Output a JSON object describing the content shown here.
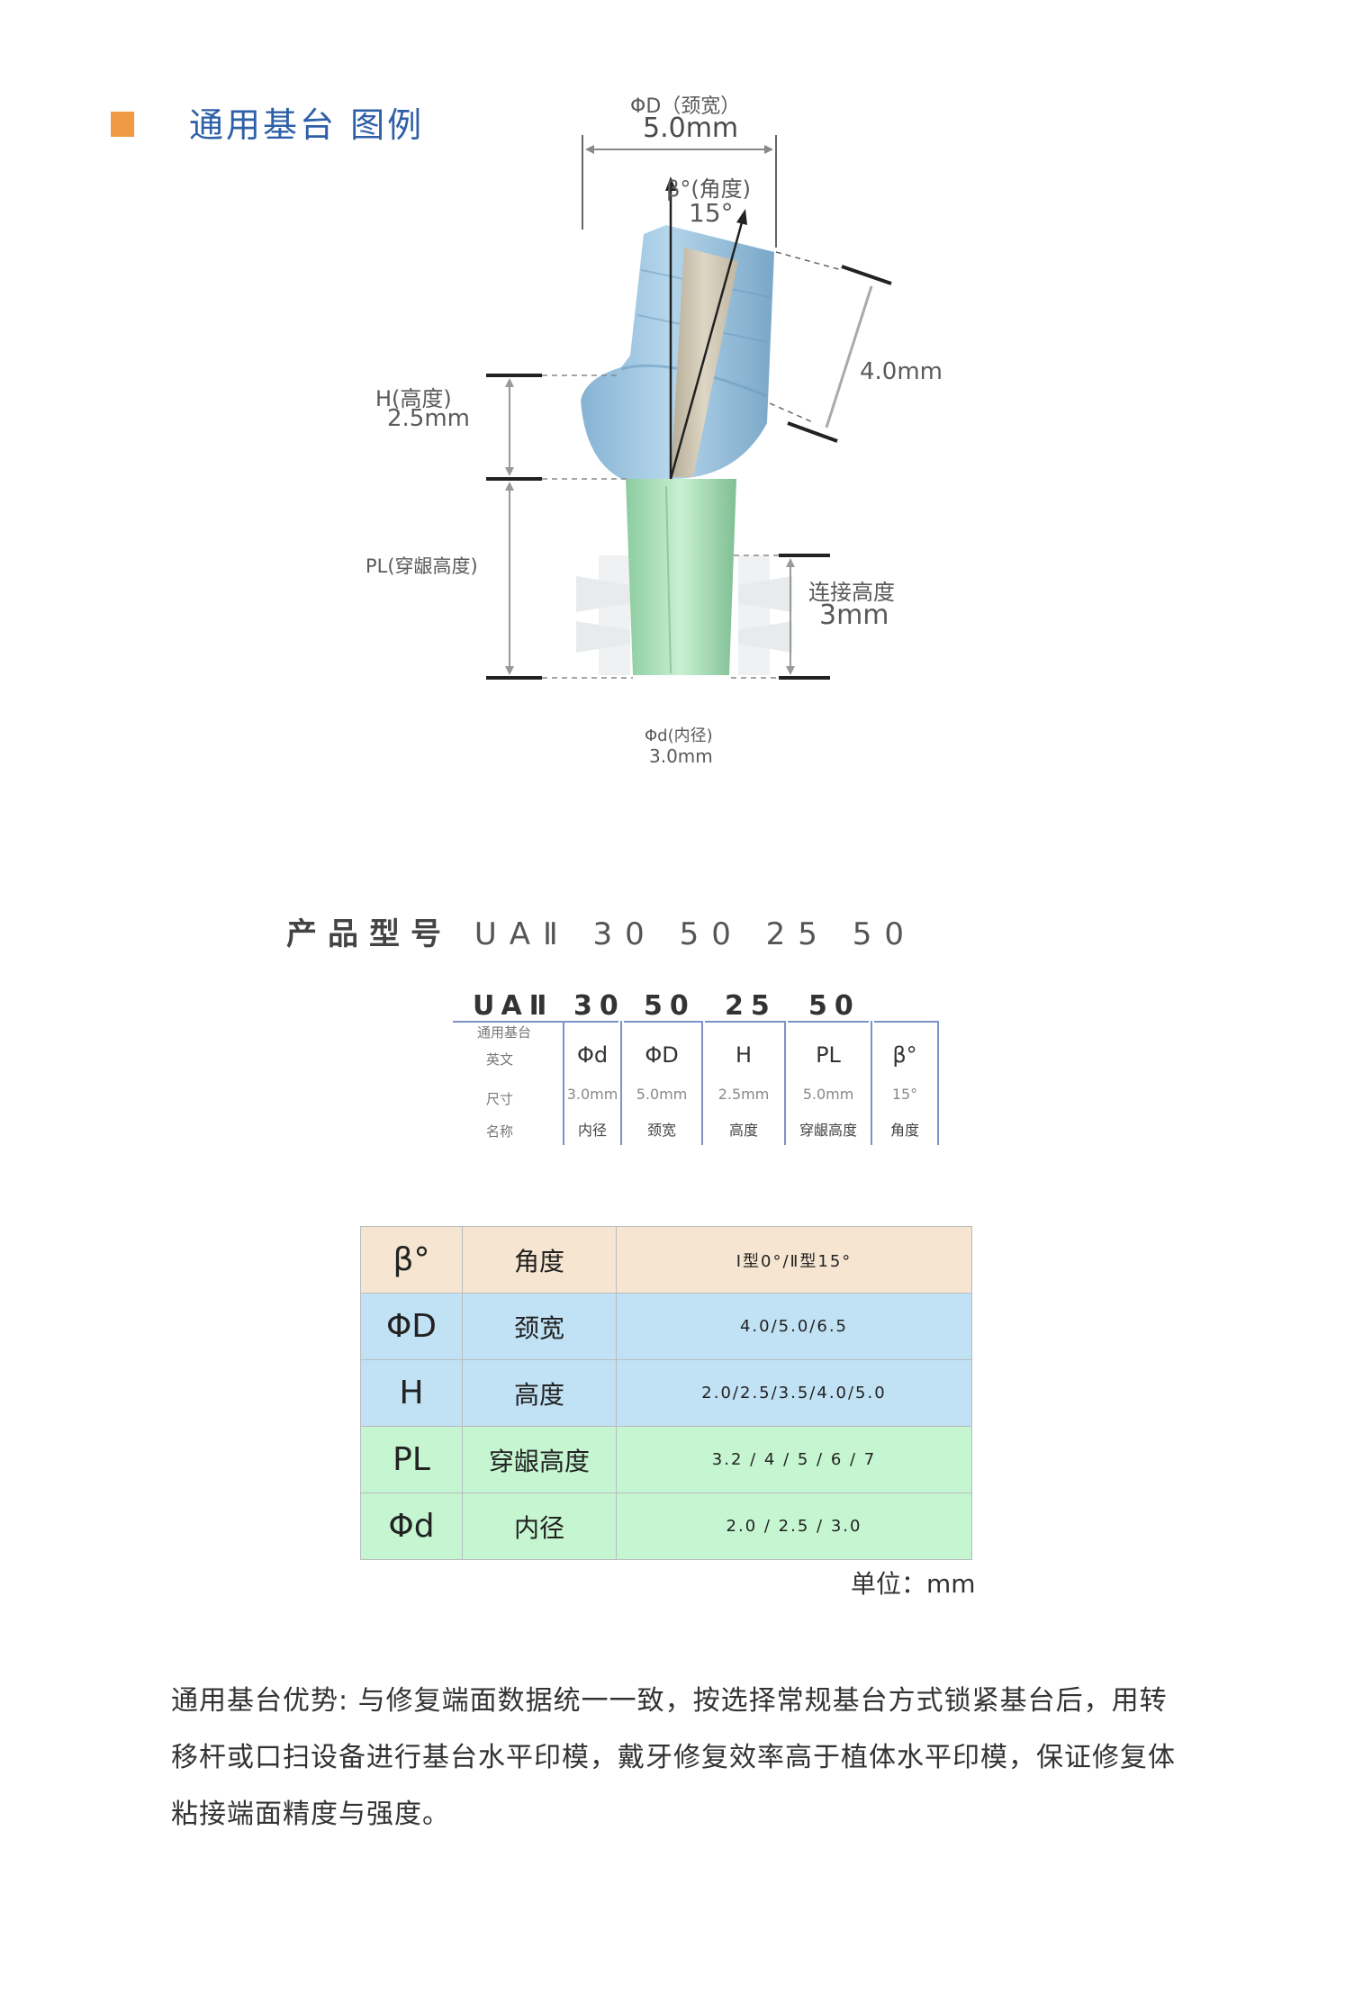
{
  "header": {
    "title": "通用基台 图例"
  },
  "diagram": {
    "neck_width": {
      "label": "ΦD（颈宽）",
      "value": "5.0mm"
    },
    "angle": {
      "label": "β°(角度)",
      "value": "15°"
    },
    "top_height": {
      "value": "4.0mm"
    },
    "height": {
      "label": "H(高度)",
      "value": "2.5mm"
    },
    "gingival_height": {
      "label": "PL(穿龈高度)"
    },
    "connection_height": {
      "label": "连接高度",
      "value": "3mm"
    },
    "inner_diameter": {
      "label": "Φd(内径)",
      "value": "3.0mm"
    }
  },
  "model": {
    "label": "产品型号",
    "code": "UAⅡ 30 50 25 50"
  },
  "breakdown": {
    "codes": [
      "UAⅡ",
      "30",
      "50",
      "25",
      "50"
    ],
    "row_labels": [
      "通用基台",
      "英文",
      "尺寸",
      "名称"
    ],
    "columns": [
      {
        "en": "Φd",
        "size": "3.0mm",
        "name": "内径"
      },
      {
        "en": "ΦD",
        "size": "5.0mm",
        "name": "颈宽"
      },
      {
        "en": "H",
        "size": "2.5mm",
        "name": "高度"
      },
      {
        "en": "PL",
        "size": "5.0mm",
        "name": "穿龈高度"
      },
      {
        "en": "β°",
        "size": "15°",
        "name": "角度"
      }
    ]
  },
  "spec_table": {
    "rows": [
      {
        "symbol": "β°",
        "name": "角度",
        "value": "Ⅰ型0°/Ⅱ型15°",
        "color": "#f6e5d0"
      },
      {
        "symbol": "ΦD",
        "name": "颈宽",
        "value": "4.0/5.0/6.5",
        "color": "#c1e1f4"
      },
      {
        "symbol": "H",
        "name": "高度",
        "value": "2.0/2.5/3.5/4.0/5.0",
        "color": "#c1e1f4"
      },
      {
        "symbol": "PL",
        "name": "穿龈高度",
        "value": "3.2 / 4 / 5 / 6 / 7",
        "color": "#c6f5d2"
      },
      {
        "symbol": "Φd",
        "name": "内径",
        "value": "2.0 / 2.5 / 3.0",
        "color": "#c6f5d2"
      }
    ],
    "unit": "单位：mm"
  },
  "advantage": {
    "text": "通用基台优势: 与修复端面数据统一一致，按选择常规基台方式锁紧基台后，用转移杆或口扫设备进行基台水平印模，戴牙修复效率高于植体水平印模，保证修复体粘接端面精度与强度。"
  },
  "colors": {
    "accent_orange": "#f09a45",
    "title_blue": "#2e5fa8",
    "abutment_blue": "#9cc4de",
    "abutment_green": "#a8dfb6"
  }
}
